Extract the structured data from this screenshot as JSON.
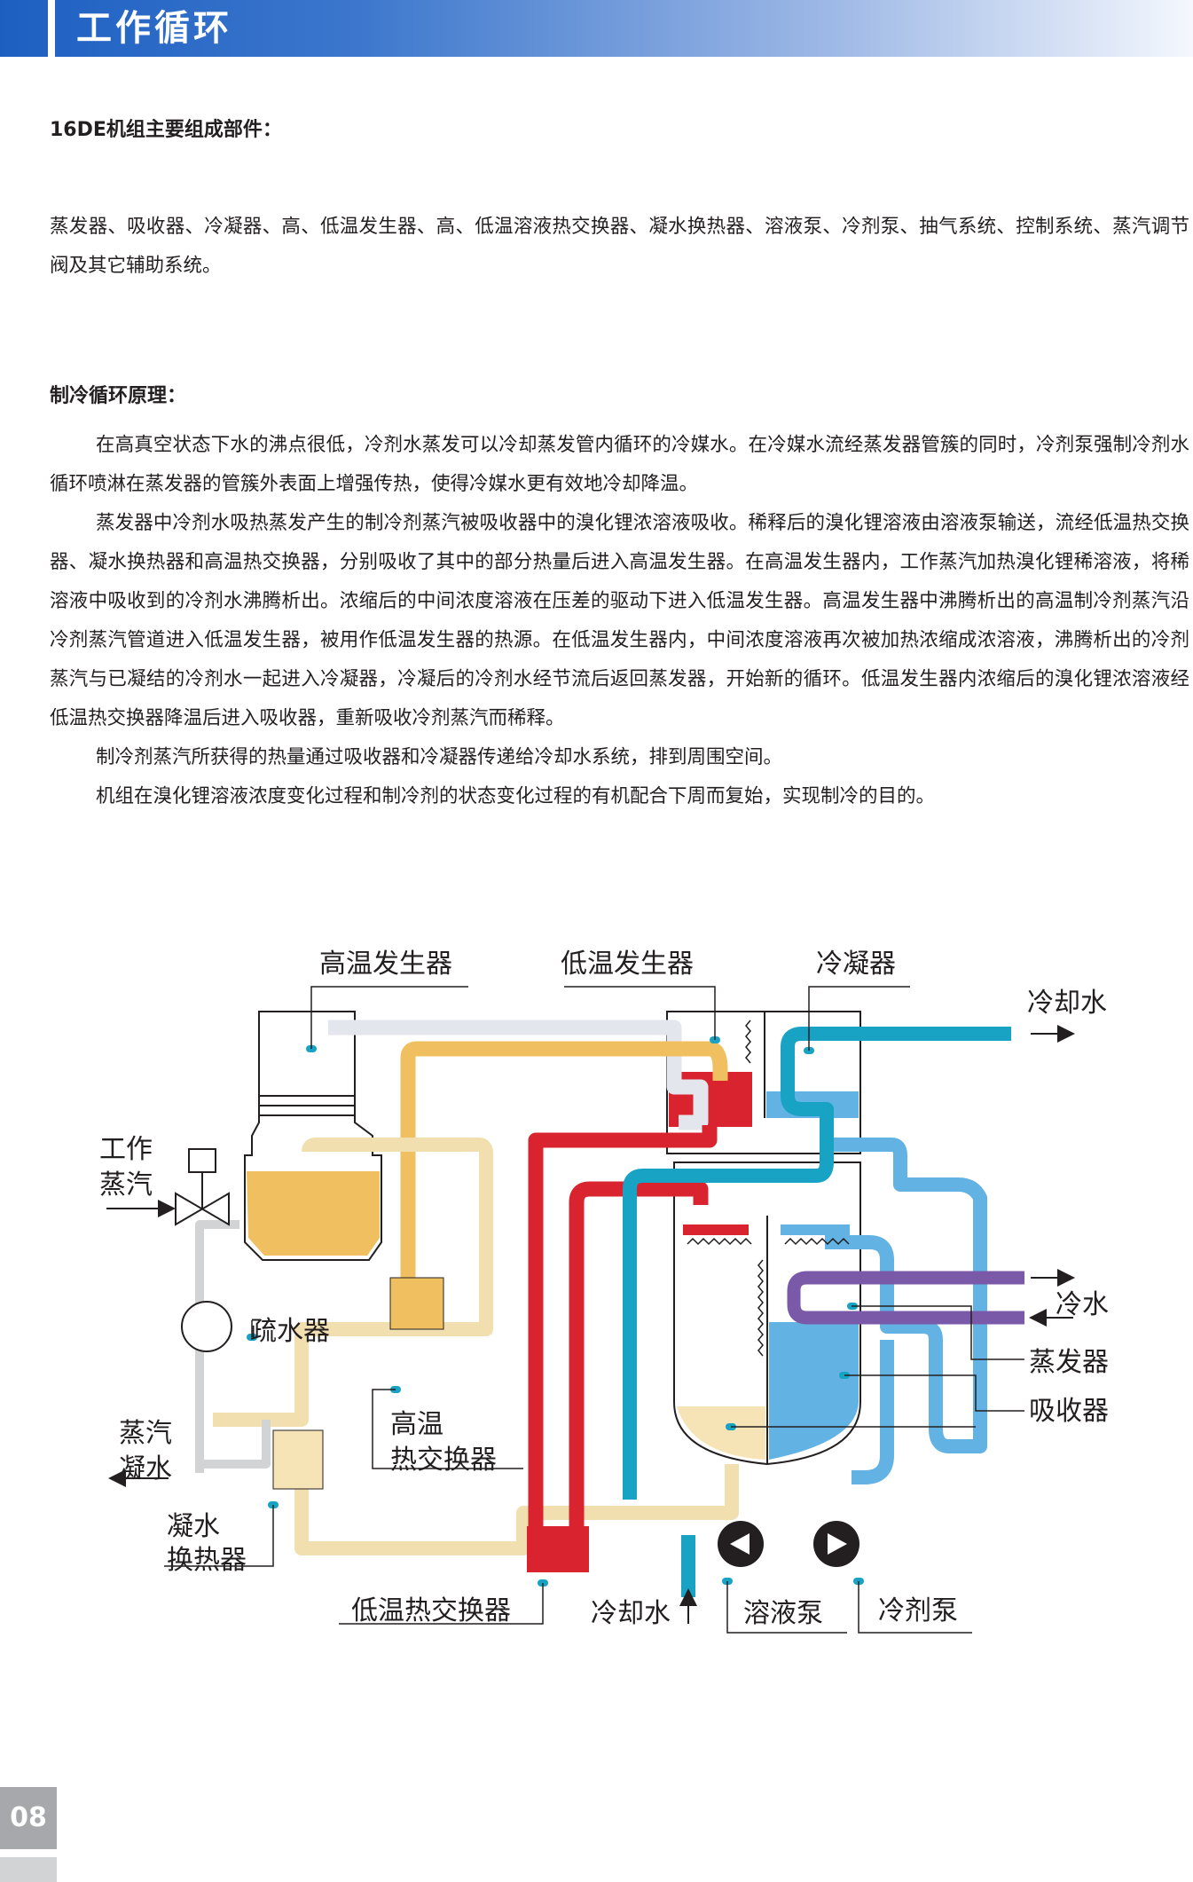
{
  "header": {
    "title": "工作循环"
  },
  "section1": {
    "heading": "16DE机组主要组成部件：",
    "body": "蒸发器、吸收器、冷凝器、高、低温发生器、高、低温溶液热交换器、凝水换热器、溶液泵、冷剂泵、抽气系统、控制系统、蒸汽调节阀及其它辅助系统。"
  },
  "section2": {
    "heading": "制冷循环原理：",
    "paragraphs": [
      "在高真空状态下水的沸点很低，冷剂水蒸发可以冷却蒸发管内循环的冷媒水。在冷媒水流经蒸发器管簇的同时，冷剂泵强制冷剂水循环喷淋在蒸发器的管簇外表面上增强传热，使得冷媒水更有效地冷却降温。",
      "蒸发器中冷剂水吸热蒸发产生的制冷剂蒸汽被吸收器中的溴化锂浓溶液吸收。稀释后的溴化锂溶液由溶液泵输送，流经低温热交换器、凝水换热器和高温热交换器，分别吸收了其中的部分热量后进入高温发生器。在高温发生器内，工作蒸汽加热溴化锂稀溶液，将稀溶液中吸收到的冷剂水沸腾析出。浓缩后的中间浓度溶液在压差的驱动下进入低温发生器。高温发生器中沸腾析出的高温制冷剂蒸汽沿冷剂蒸汽管道进入低温发生器，被用作低温发生器的热源。在低温发生器内，中间浓度溶液再次被加热浓缩成浓溶液，沸腾析出的冷剂蒸汽与已凝结的冷剂水一起进入冷凝器，冷凝后的冷剂水经节流后返回蒸发器，开始新的循环。低温发生器内浓缩后的溴化锂浓溶液经低温热交换器降温后进入吸收器，重新吸收冷剂蒸汽而稀释。",
      "制冷剂蒸汽所获得的热量通过吸收器和冷凝器传递给冷却水系统，排到周围空间。",
      "机组在溴化锂溶液浓度变化过程和制冷剂的状态变化过程的有机配合下周而复始，实现制冷的目的。"
    ]
  },
  "diagram": {
    "labels": {
      "high_gen": "高温发生器",
      "low_gen": "低温发生器",
      "condenser": "冷凝器",
      "cooling_water_out": "冷却水",
      "steam_in_1": "工作",
      "steam_in_2": "蒸汽",
      "drain": "疏水器",
      "cold_water": "冷水",
      "evaporator": "蒸发器",
      "absorber": "吸收器",
      "cond_out_1": "蒸汽",
      "cond_out_2": "凝水",
      "hx_high_1": "高温",
      "hx_high_2": "热交换器",
      "cond_hx_1": "凝水",
      "cond_hx_2": "换热器",
      "hx_low": "低温热交换器",
      "cooling_water_in": "冷却水",
      "sol_pump": "溶液泵",
      "ref_pump": "冷剂泵"
    },
    "colors": {
      "refrigerant_vapor": "#e4e6ee",
      "dilute_solution": "#f2dfb0",
      "mid_solution": "#f0c060",
      "concentrated_solution": "#d9232e",
      "cooling_water": "#18a2c4",
      "refrigerant_water": "#62b2e3",
      "chilled_water": "#7a5aa8"
    }
  },
  "page_number": "08"
}
